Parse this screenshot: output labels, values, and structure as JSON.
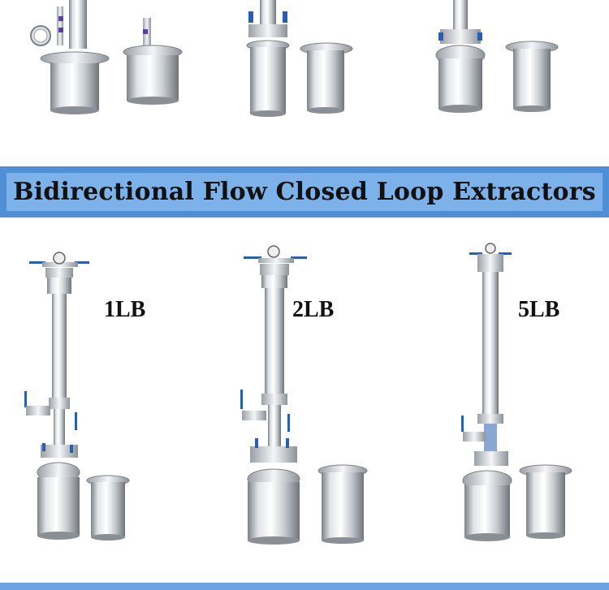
{
  "banner": {
    "title": "Bidirectional Flow Closed Loop Extractors"
  },
  "products": [
    {
      "size_label": "1LB"
    },
    {
      "size_label": "2LB"
    },
    {
      "size_label": "5LB"
    }
  ],
  "colors": {
    "banner_outer": "#4e8fd6",
    "banner_inner": "#7cb1e9",
    "steel_light": "#f2f4f6",
    "steel_dark": "#8a8f95",
    "valve_blue": "#2a5fb0"
  }
}
